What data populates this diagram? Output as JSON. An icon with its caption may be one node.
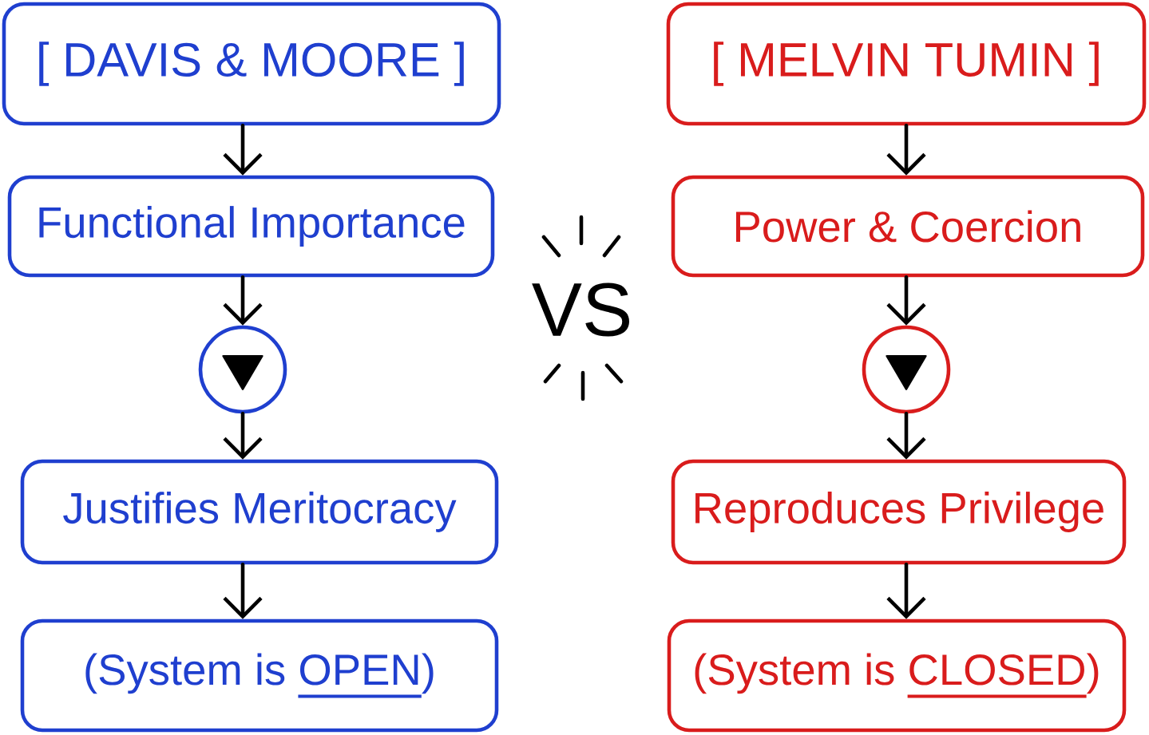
{
  "diagram": {
    "nodes": [
      {
        "text": [
          "[ DAVIS & MOORE ]"
        ]
      },
      {
        "text": [
          "Functional Importance"
        ]
      },
      {
        "text": [],
        "shape": "circle"
      },
      {
        "text": [
          "Justifies Meritocracy"
        ]
      },
      {
        "text": [
          "(System is OPEN)"
        ]
      },
      {
        "text": [
          "[ MELVIN TUMIN ]"
        ]
      },
      {
        "text": [
          "Power & Coercion"
        ]
      },
      {
        "text": [],
        "shape": "circle"
      },
      {
        "text": [
          "Reproduces Privilege"
        ]
      },
      {
        "text": [
          "(System is CLOSED)"
        ]
      }
    ],
    "edges": [
      {
        "from": 0,
        "to": 1,
        "arrow": "to"
      },
      {
        "from": 1,
        "to": 2,
        "arrow": "to"
      },
      {
        "from": 2,
        "to": 3,
        "arrow": "to"
      },
      {
        "from": 3,
        "to": 4,
        "arrow": "to"
      },
      {
        "from": 5,
        "to": 6,
        "arrow": "to"
      },
      {
        "from": 6,
        "to": 7,
        "arrow": "to"
      },
      {
        "from": 7,
        "to": 8,
        "arrow": "to"
      },
      {
        "from": 8,
        "to": 9,
        "arrow": "to"
      }
    ],
    "labels": [
      "VS"
    ]
  }
}
